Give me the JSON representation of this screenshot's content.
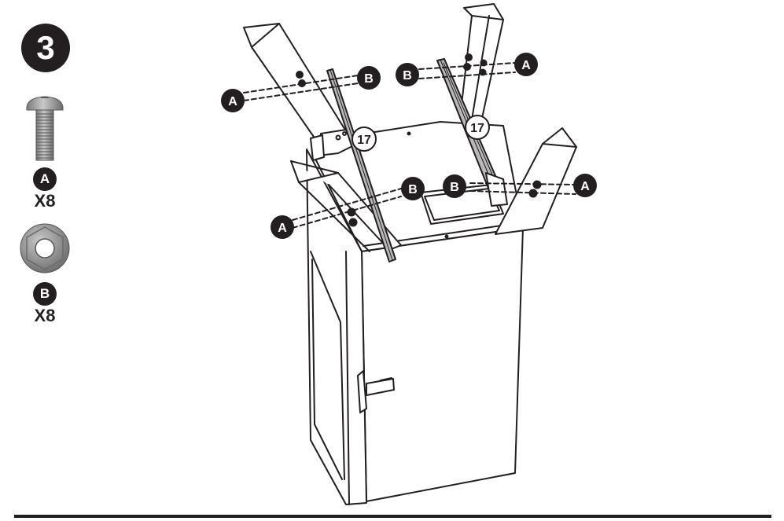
{
  "step": {
    "number": "3"
  },
  "parts": [
    {
      "id": "A",
      "name": "pan-head-screw",
      "quantity": "X8"
    },
    {
      "id": "B",
      "name": "flange-nut",
      "quantity": "X8"
    }
  ],
  "diagram": {
    "part_reference": "17",
    "callouts": {
      "leg_back_left": {
        "bolt": "A",
        "nut": "B"
      },
      "leg_back_right": {
        "bolt": "A",
        "nut": "B"
      },
      "leg_front_left": {
        "bolt": "A",
        "nut": "B"
      },
      "leg_front_right": {
        "bolt": "A",
        "nut": "B"
      }
    }
  },
  "colors": {
    "ink": "#231f20",
    "rail_fill": "#b9b9b9",
    "hardware": "#9a9a9a"
  }
}
